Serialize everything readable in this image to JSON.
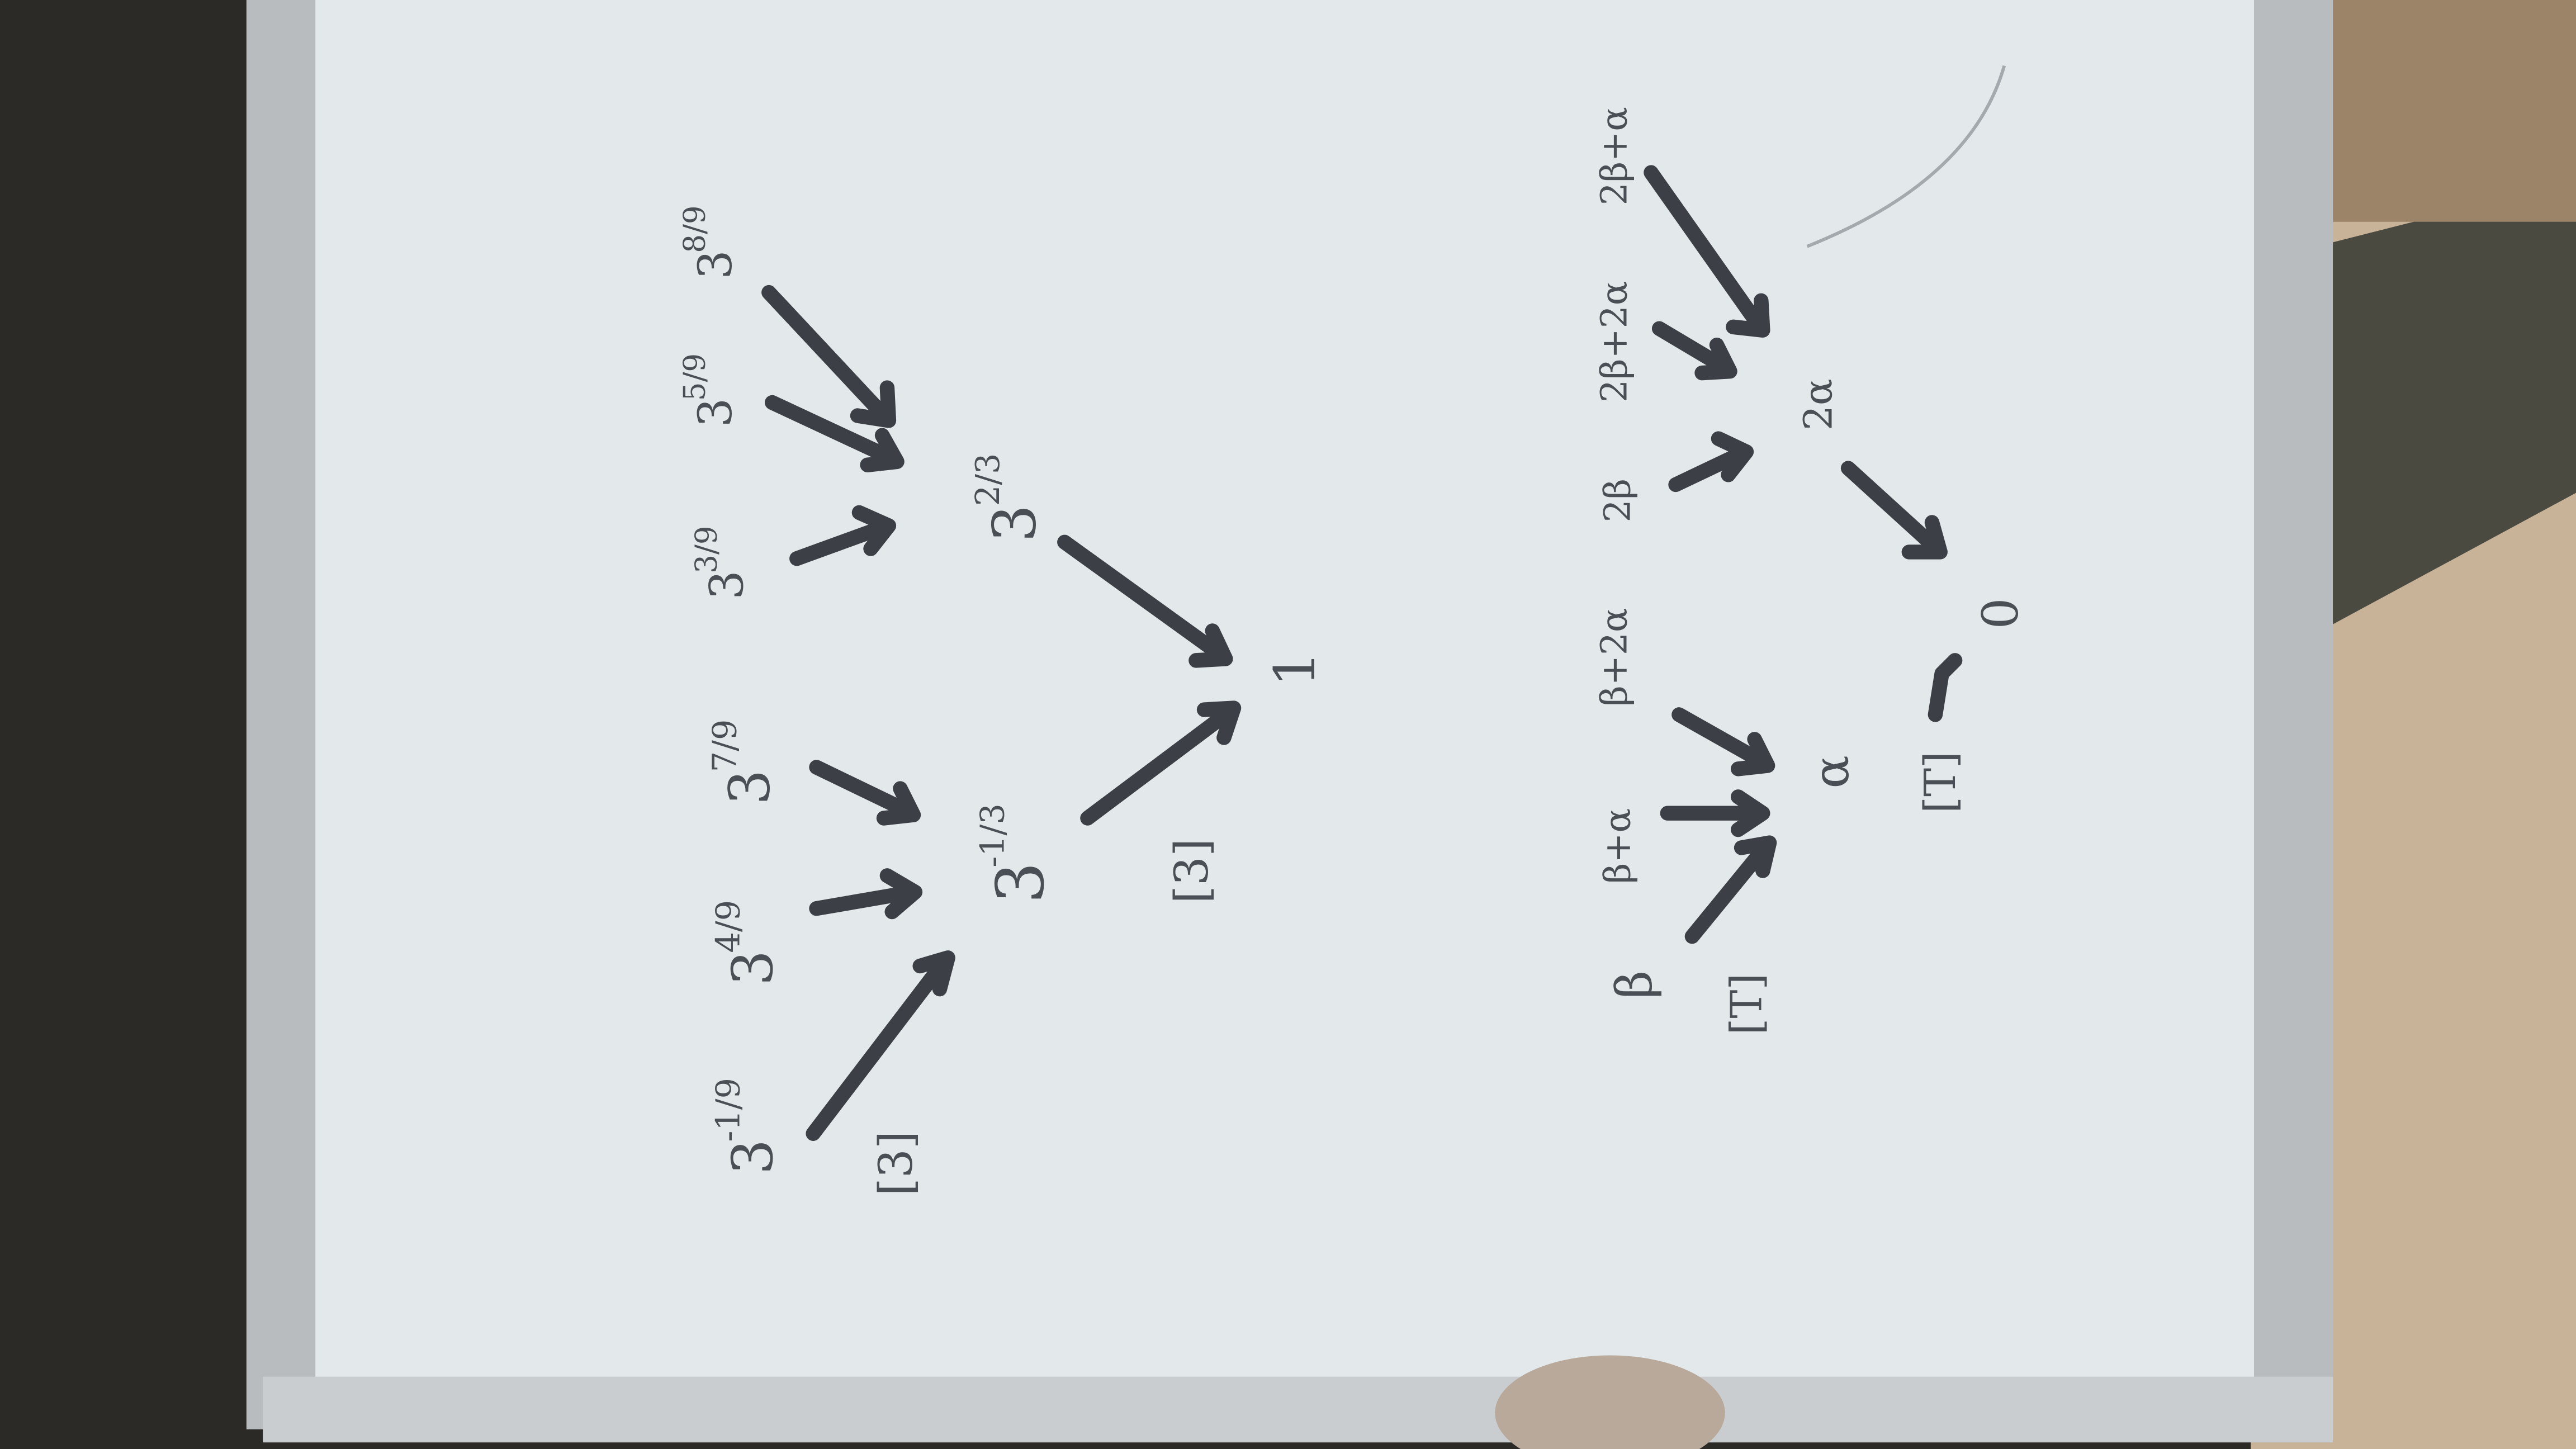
{
  "scene": {
    "colors": {
      "board": "#dfe4e6",
      "frame": "#b8bcbf",
      "wall_left": "#2b2a27",
      "wall_right": "#c9b49a",
      "ink": "#3c4046"
    }
  },
  "upper_diagram": {
    "left_bracket": "[3]",
    "right_bracket": "[3]",
    "nodes": {
      "n1": {
        "base": "3",
        "exp": "-1/9"
      },
      "n2": {
        "base": "3",
        "exp": "4/9"
      },
      "n3": {
        "base": "3",
        "exp": "7/9"
      },
      "n4": {
        "base": "3",
        "exp": "3/9"
      },
      "n5": {
        "base": "3",
        "exp": "5/9"
      },
      "n6": {
        "base": "3",
        "exp": "8/9"
      },
      "mid_left": {
        "base": "3",
        "exp": "-1/3"
      },
      "mid_right": {
        "base": "3",
        "exp": "2/3"
      },
      "root": "1"
    }
  },
  "lower_diagram": {
    "top": [
      "β",
      "β+α",
      "β+2α",
      "2β",
      "2β+2α",
      "2β+α"
    ],
    "left_bracket": "[T]",
    "bottom_bracket": "[T]",
    "alpha": "α",
    "two_alpha": "2α",
    "zero": "0"
  }
}
